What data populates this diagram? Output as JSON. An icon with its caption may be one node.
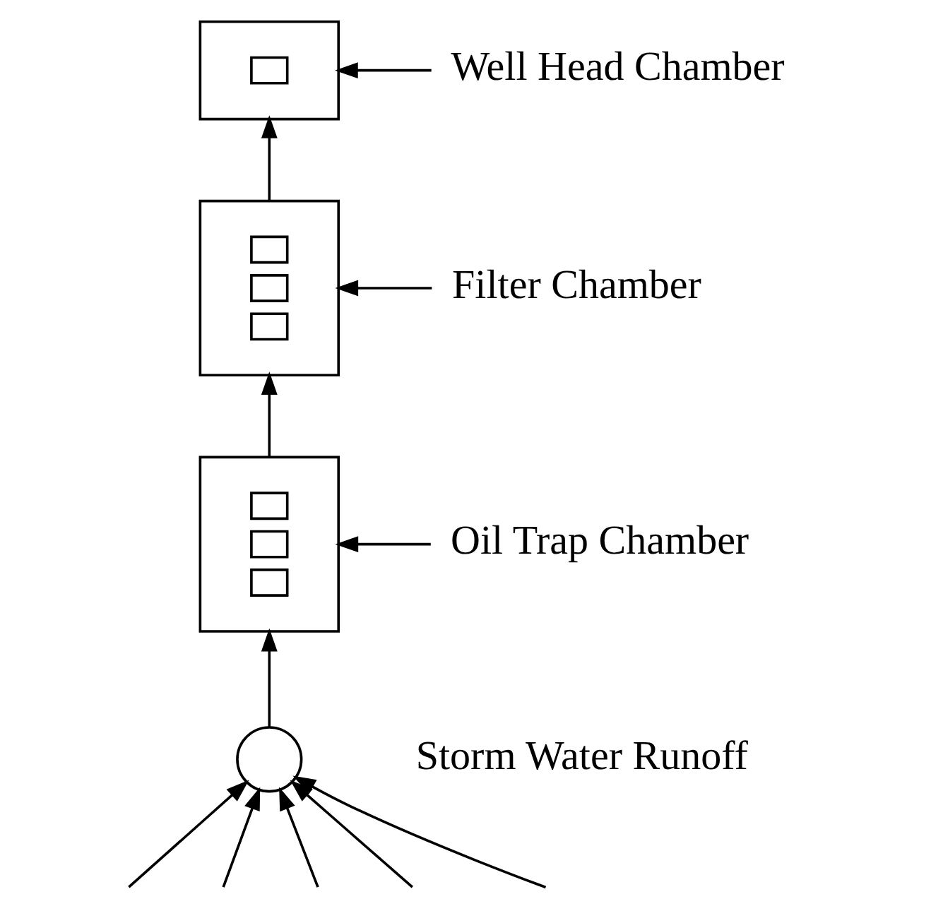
{
  "diagram": {
    "nodes": [
      {
        "text": [],
        "shape": "box"
      },
      {
        "text": [
          "Well Head Chamber"
        ]
      },
      {
        "text": [],
        "shape": "box"
      },
      {
        "text": [
          "Filter Chamber"
        ]
      },
      {
        "text": [],
        "shape": "box"
      },
      {
        "text": [
          "Oil Trap Chamber"
        ]
      },
      {
        "text": [],
        "shape": "circle"
      }
    ],
    "edges": [
      {
        "from": 6,
        "to": 4,
        "arrow": "to"
      },
      {
        "from": 4,
        "to": 2,
        "arrow": "to"
      },
      {
        "from": 2,
        "to": 0,
        "arrow": "to"
      },
      {
        "from": 1,
        "to": 0,
        "arrow": "to"
      },
      {
        "from": 3,
        "to": 2,
        "arrow": "to"
      },
      {
        "from": 5,
        "to": 4,
        "arrow": "to"
      },
      {
        "from": null,
        "to": 6,
        "arrow": "to"
      },
      {
        "from": null,
        "to": 6,
        "arrow": "to"
      },
      {
        "from": null,
        "to": 6,
        "arrow": "to"
      },
      {
        "from": null,
        "to": 6,
        "arrow": "to"
      },
      {
        "from": null,
        "to": 6,
        "arrow": "to"
      }
    ],
    "labels": [
      "Storm Water Runoff"
    ]
  }
}
